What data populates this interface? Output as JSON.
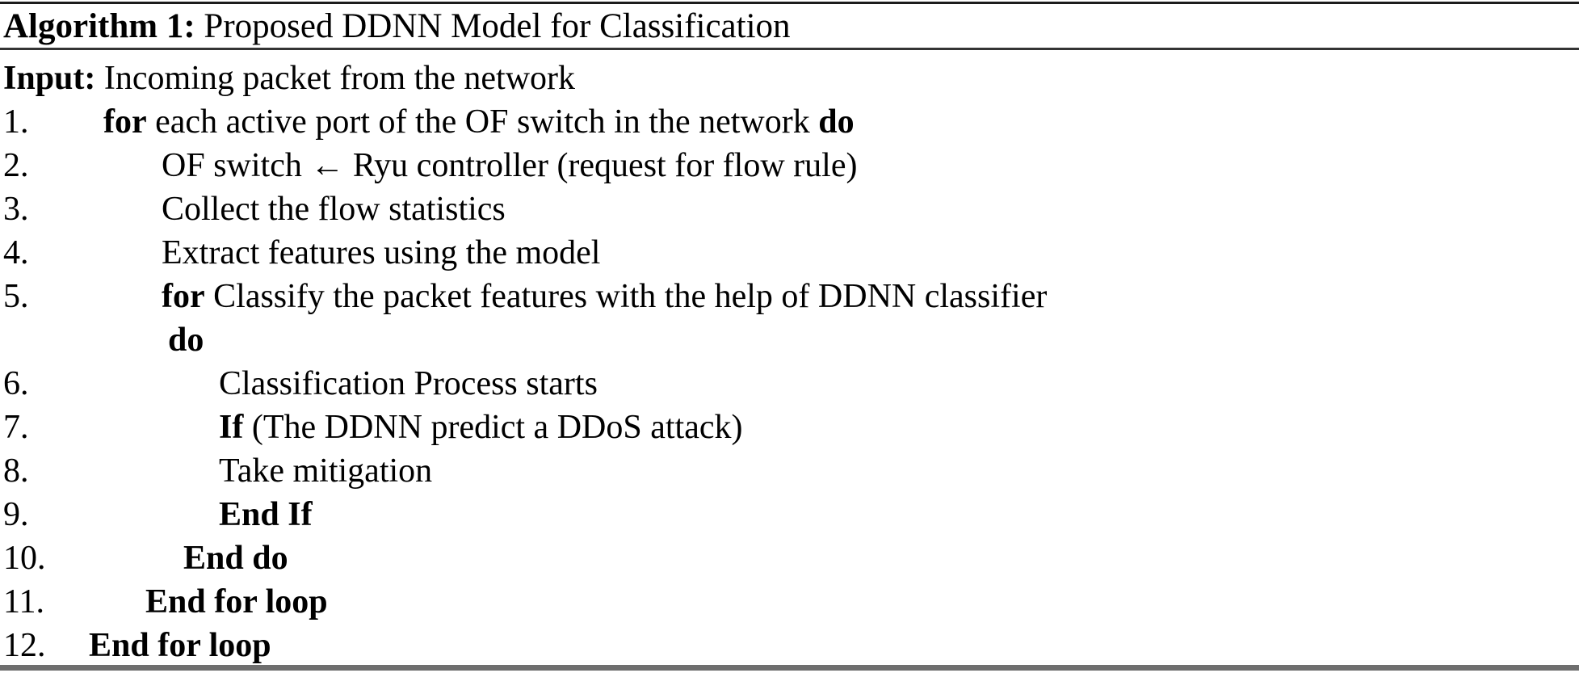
{
  "title": {
    "label": "Algorithm 1:",
    "text": " Proposed DDNN Model for Classification"
  },
  "rows": [
    {
      "num": "",
      "bold_prefix": "Input:",
      "text": " Incoming packet from the network",
      "bold_suffix": ""
    },
    {
      "num": "1.",
      "bold_prefix": "for",
      "text": " each active port of the OF switch in the network ",
      "bold_suffix": "do"
    },
    {
      "num": "2.",
      "bold_prefix": "",
      "text": "OF switch ← Ryu controller (request for flow rule)",
      "bold_suffix": ""
    },
    {
      "num": "3.",
      "bold_prefix": "",
      "text": "Collect the flow statistics",
      "bold_suffix": ""
    },
    {
      "num": "4.",
      "bold_prefix": "",
      "text": "Extract features using the model",
      "bold_suffix": ""
    },
    {
      "num": "5.",
      "bold_prefix": "for",
      "text": " Classify the packet features with the help of DDNN classifier",
      "bold_suffix": ""
    },
    {
      "num": "",
      "bold_prefix": "do",
      "text": "",
      "bold_suffix": ""
    },
    {
      "num": "6.",
      "bold_prefix": "",
      "text": "Classification Process starts",
      "bold_suffix": ""
    },
    {
      "num": "7.",
      "bold_prefix": "If",
      "text": " (The DDNN predict a DDoS attack)",
      "bold_suffix": ""
    },
    {
      "num": "8.",
      "bold_prefix": "",
      "text": "Take mitigation",
      "bold_suffix": ""
    },
    {
      "num": "9.",
      "bold_prefix": "End If",
      "text": "",
      "bold_suffix": ""
    },
    {
      "num": "10.",
      "bold_prefix": "End do",
      "text": "",
      "bold_suffix": ""
    },
    {
      "num": "11.",
      "bold_prefix": "End for loop",
      "text": "",
      "bold_suffix": ""
    },
    {
      "num": "12.",
      "bold_prefix": "End for loop",
      "text": "",
      "bold_suffix": ""
    }
  ]
}
